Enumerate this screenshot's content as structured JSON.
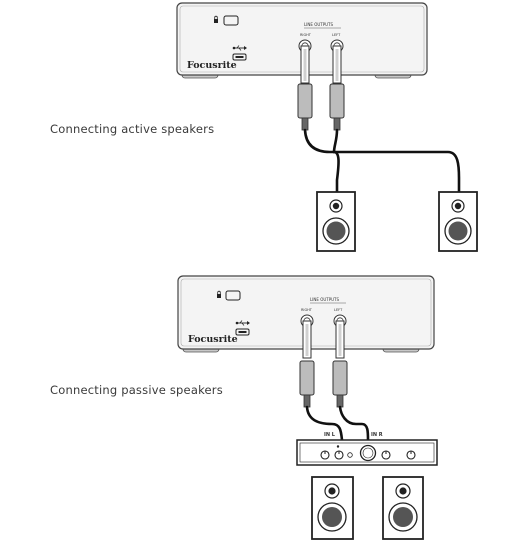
{
  "captions": {
    "active": "Connecting active speakers",
    "passive": "Connecting passive speakers"
  },
  "interface": {
    "brand": "Focusrite",
    "outputs_label": "LINE OUTPUTS",
    "right_label": "RIGHT",
    "left_label": "LEFT"
  },
  "amplifier": {
    "in_left_label": "IN L",
    "in_right_label": "IN R"
  }
}
